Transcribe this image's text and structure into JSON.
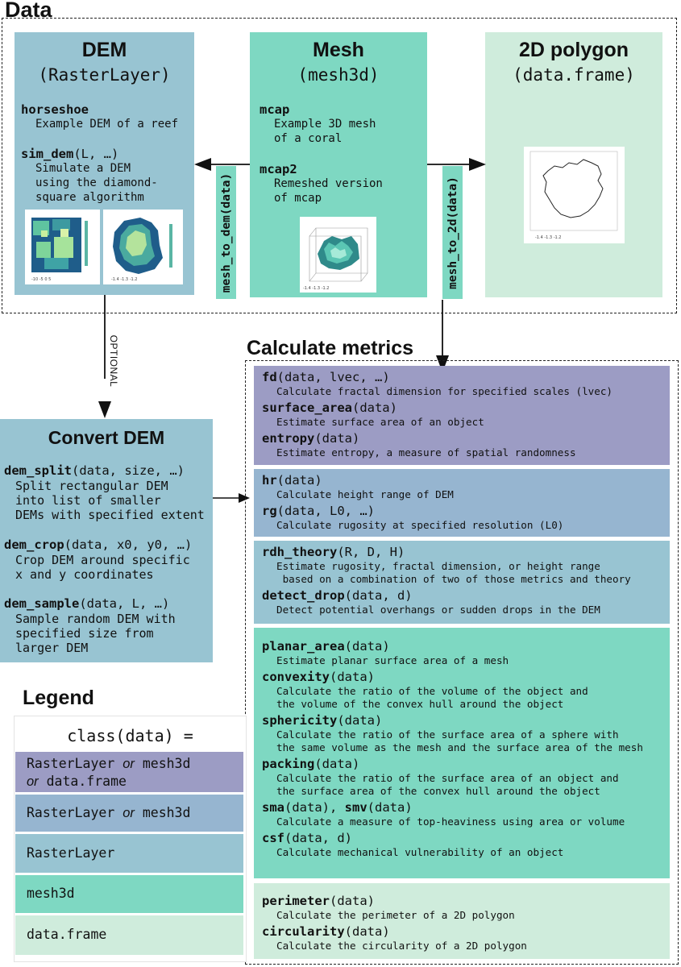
{
  "sections": {
    "data_title": "Data",
    "metrics_title": "Calculate metrics",
    "legend_title": "Legend"
  },
  "dem": {
    "title": "DEM",
    "subtitle": "(RasterLayer)",
    "fn1_name": "horseshoe",
    "fn1_desc": "Example DEM of a reef",
    "fn2_name": "sim_dem",
    "fn2_args": "(L, …)",
    "fn2_desc": "Simulate a DEM\nusing the diamond-\nsquare algorithm"
  },
  "mesh": {
    "title": "Mesh",
    "subtitle": "(mesh3d)",
    "fn1_name": "mcap",
    "fn1_desc": "Example 3D mesh\nof a coral",
    "fn2_name": "mcap2",
    "fn2_desc": "Remeshed version\nof mcap"
  },
  "poly": {
    "title": "2D polygon",
    "subtitle": "(data.frame)"
  },
  "connectors": {
    "mesh_to_dem": "mesh_to_dem(data)",
    "mesh_to_2d": "mesh_to_2d(data)",
    "optional": "OPTIONAL"
  },
  "convert": {
    "title": "Convert DEM",
    "items": [
      {
        "name": "dem_split",
        "args": "(data, size, …)",
        "desc": "Split rectangular DEM\ninto list of smaller\nDEMs with specified extent"
      },
      {
        "name": "dem_crop",
        "args": "(data, x0, y0, …)",
        "desc": "Crop DEM around specific\nx and y coordinates"
      },
      {
        "name": "dem_sample",
        "args": "(data, L, …)",
        "desc": "Sample random DEM with\nspecified size from\nlarger DEM"
      }
    ]
  },
  "metrics": {
    "group1": [
      {
        "name": "fd",
        "args": "(data, lvec, …)",
        "desc": "Calculate fractal dimension for specified scales (lvec)"
      },
      {
        "name": "surface_area",
        "args": "(data)",
        "desc": "Estimate surface area of an object"
      },
      {
        "name": "entropy",
        "args": "(data)",
        "desc": "Estimate entropy, a measure of spatial randomness"
      }
    ],
    "group2": [
      {
        "name": "hr",
        "args": "(data)",
        "desc": "Calculate height range of DEM"
      },
      {
        "name": "rg",
        "args": "(data, L0, …)",
        "desc": "Calculate rugosity at specified resolution (L0)"
      }
    ],
    "group3": [
      {
        "name": "rdh_theory",
        "args": "(R, D, H)",
        "desc": "Estimate rugosity, fractal dimension, or height range\n based on a combination of two of those metrics and theory"
      },
      {
        "name": "detect_drop",
        "args": "(data, d)",
        "desc": "Detect potential overhangs or sudden drops in the DEM"
      }
    ],
    "group4": [
      {
        "name": "planar_area",
        "args": "(data)",
        "name2": "",
        "args2": "",
        "desc": "Estimate planar surface area of a mesh"
      },
      {
        "name": "convexity",
        "args": "(data)",
        "name2": "",
        "args2": "",
        "desc": "Calculate the ratio of the volume of the object and\nthe volume of the convex hull around the object"
      },
      {
        "name": "sphericity",
        "args": "(data)",
        "name2": "",
        "args2": "",
        "desc": "Calculate the ratio of the surface area of a sphere with\nthe same volume as the mesh and the surface area of the mesh"
      },
      {
        "name": "packing",
        "args": "(data)",
        "name2": "",
        "args2": "",
        "desc": "Calculate the ratio of the surface area of an object and\nthe surface area of the convex hull around the object"
      },
      {
        "name": "sma",
        "args": "(data), ",
        "name2": "smv",
        "args2": "(data)",
        "desc": "Calculate a measure of top-heaviness using area or volume"
      },
      {
        "name": "csf",
        "args": "(data, d)",
        "name2": "",
        "args2": "",
        "desc": "Calculate mechanical vulnerability of an object"
      }
    ],
    "group5": [
      {
        "name": "perimeter",
        "args": "(data)",
        "desc": "Calculate the perimeter of a 2D polygon"
      },
      {
        "name": "circularity",
        "args": "(data)",
        "desc": "Calculate the circularity of a 2D polygon"
      }
    ]
  },
  "legend": {
    "header": "class(data) =",
    "items": [
      {
        "part1": "RasterLayer ",
        "conj1": "or",
        "part2": " mesh3d",
        "conj2": "or",
        "part3": " data.frame",
        "color": "#9c9cc4"
      },
      {
        "part1": "RasterLayer ",
        "conj1": "or",
        "part2": " mesh3d",
        "conj2": "",
        "part3": "",
        "color": "#96b5d0"
      },
      {
        "part1": "RasterLayer",
        "conj1": "",
        "part2": "",
        "conj2": "",
        "part3": "",
        "color": "#98c4d2"
      },
      {
        "part1": "mesh3d",
        "conj1": "",
        "part2": "",
        "conj2": "",
        "part3": "",
        "color": "#7ed8c2"
      },
      {
        "part1": "data.frame",
        "conj1": "",
        "part2": "",
        "conj2": "",
        "part3": "",
        "color": "#cfecdc"
      }
    ]
  },
  "colors": {
    "raster": "#98c4d2",
    "mesh": "#7ed8c2",
    "frame": "#cfecdc",
    "all_three": "#9c9cc4",
    "raster_mesh": "#96b5d0"
  },
  "icons": [
    "arrow-left-icon",
    "arrow-right-icon",
    "arrow-down-icon",
    "dem-heatmap-image",
    "coral-mesh-image",
    "polygon-outline-image"
  ]
}
